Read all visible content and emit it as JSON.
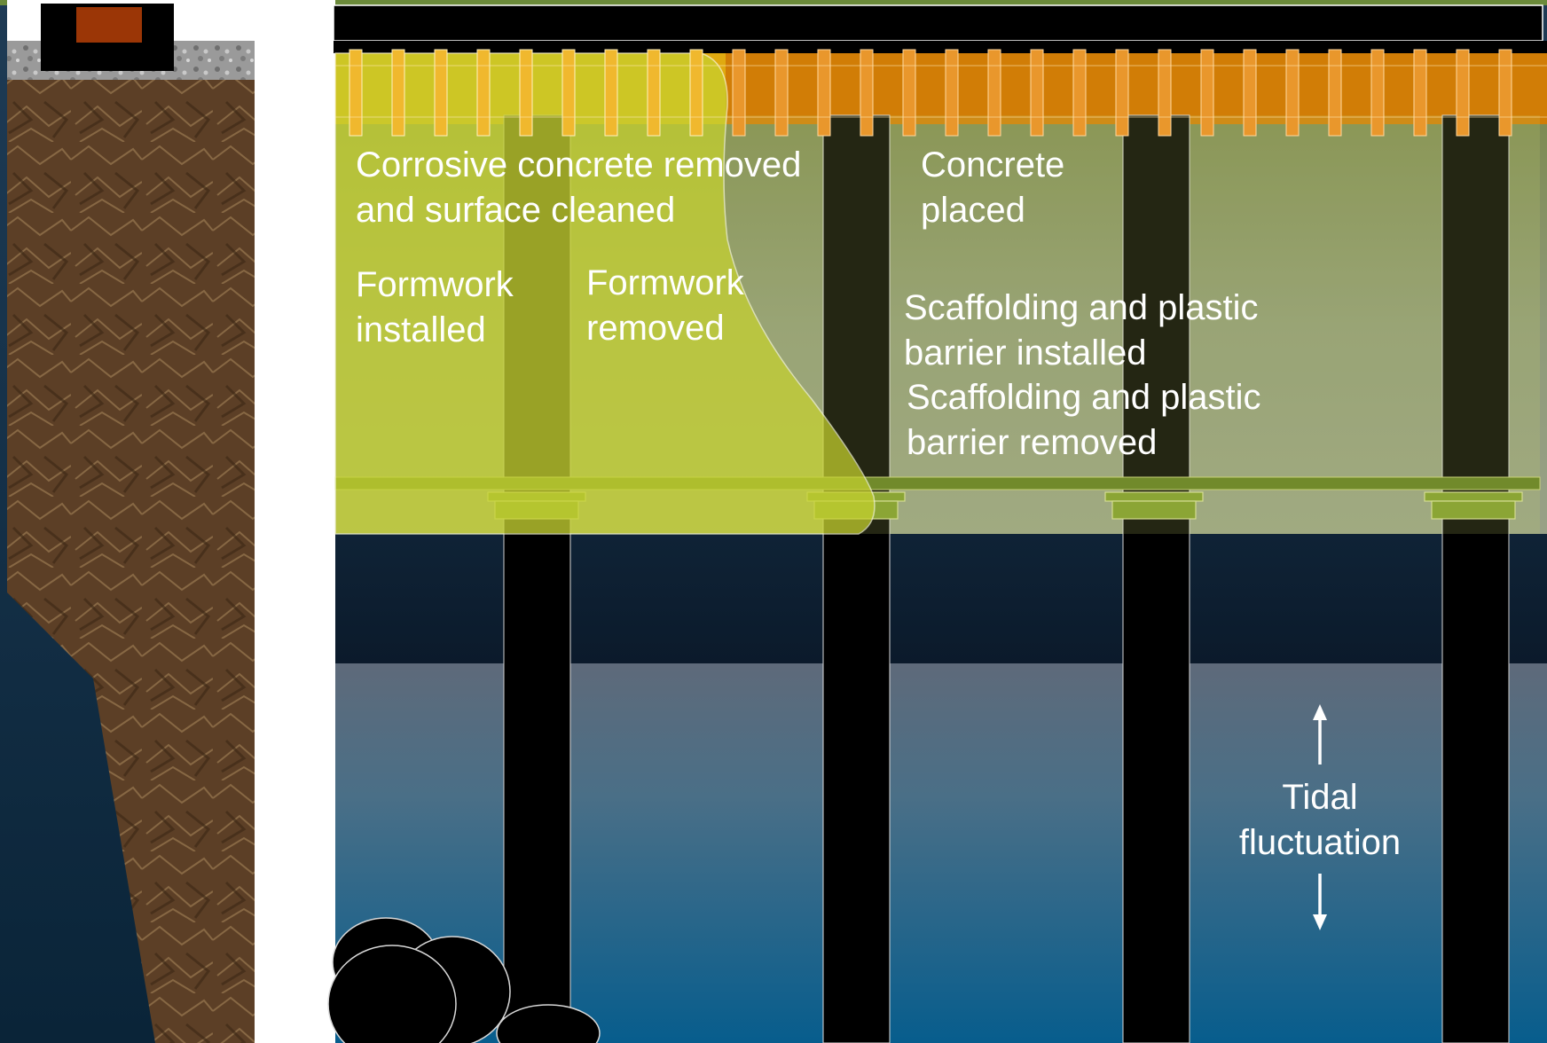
{
  "labels": {
    "corrosive_line1": "Corrosive concrete removed",
    "corrosive_line2": "and surface cleaned",
    "concrete_line1": "Concrete",
    "concrete_line2": "placed",
    "formwork_installed_line1": "Formwork",
    "formwork_installed_line2": "installed",
    "formwork_removed_line1": "Formwork",
    "formwork_removed_line2": "removed",
    "scaffold_installed_line1": "Scaffolding and plastic",
    "scaffold_installed_line2": "barrier installed",
    "scaffold_removed_line1": "Scaffolding and plastic",
    "scaffold_removed_line2": "barrier removed",
    "tidal_line1": "Tidal",
    "tidal_line2": "fluctuation"
  },
  "colors": {
    "deck_old": "#e0aa10",
    "deck_new": "#d17d06",
    "scaffold_zone": "#c6d26a",
    "pile": "#000000",
    "soil": "#6a4a2c",
    "sea_top": "#0b1c33",
    "sea_bottom": "#0a5a85",
    "pile_cap": "#7e9b2a"
  },
  "icons": {
    "tide_arrow": "up-down-arrow-icon"
  }
}
